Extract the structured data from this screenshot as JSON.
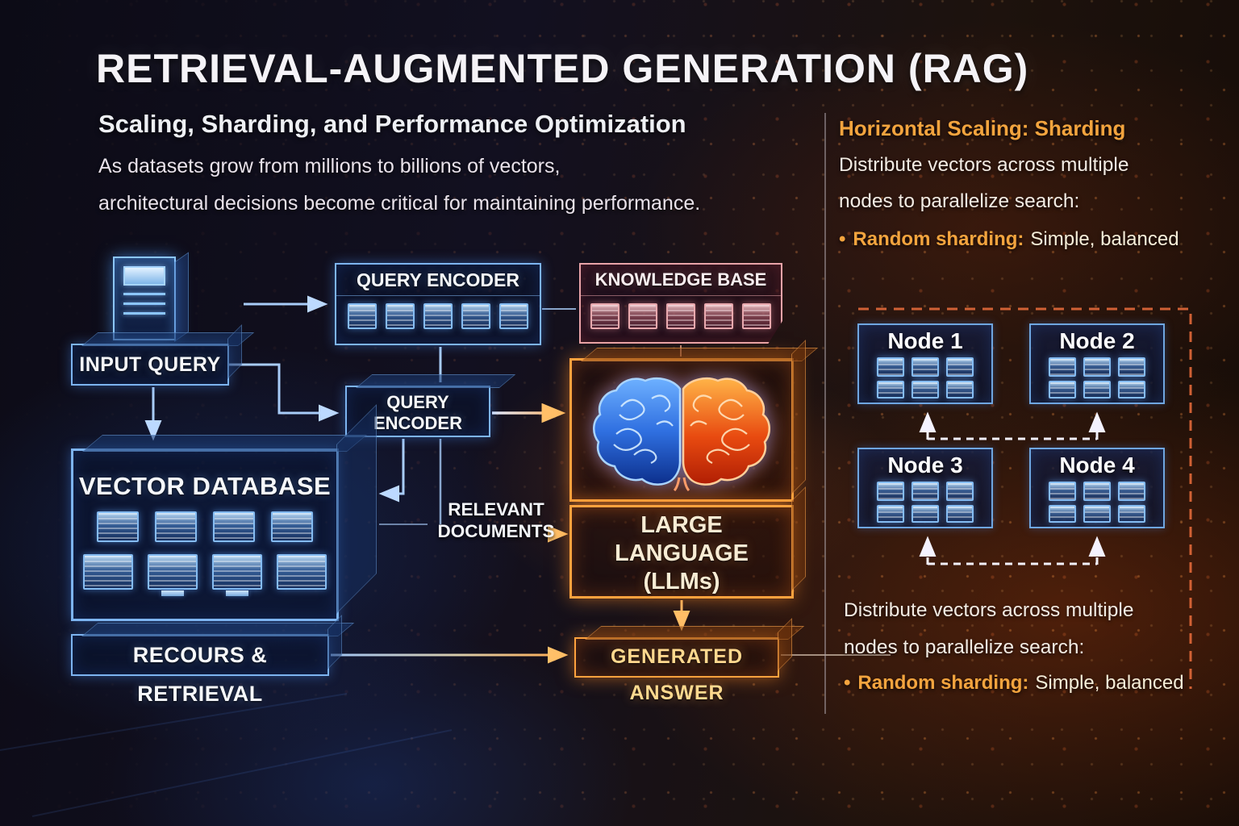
{
  "header": {
    "title": "RETRIEVAL-AUGMENTED GENERATION (RAG)",
    "subtitle": "Scaling, Sharding, and Performance Optimization",
    "description_line1": "As datasets grow from millions to billions of vectors,",
    "description_line2": "architectural decisions become critical for maintaining performance."
  },
  "diagram": {
    "input_query_label": "INPUT QUERY",
    "query_encoder_label": "QUERY ENCODER",
    "knowledge_base_label": "KNOWLEDGE BASE",
    "query_encoder2_line1": "QUERY",
    "query_encoder2_line2": "ENCODER",
    "vector_database_label": "VECTOR DATABASE",
    "relevant_documents_line1": "RELEVANT",
    "relevant_documents_line2": "DOCUMENTS",
    "llm_line1": "LARGE",
    "llm_line2": "LANGUAGE",
    "llm_line3": "(LLMs)",
    "generated_answer_label": "GENERATED ANSWER",
    "recours_retrieval_label": "RECOURS & RETRIEVAL"
  },
  "sidebar": {
    "heading": "Horizontal Scaling: Sharding",
    "body_line1": "Distribute vectors across multiple",
    "body_line2": "nodes to parallelize search:",
    "bullet": {
      "marker": "•",
      "term": "Random sharding:",
      "desc": "Simple, balanced"
    },
    "nodes": [
      {
        "label": "Node 1"
      },
      {
        "label": "Node 2"
      },
      {
        "label": "Node 3"
      },
      {
        "label": "Node 4"
      }
    ],
    "bottom_line1": "Distribute vectors across multiple",
    "bottom_line2": "nodes to parallelize search:",
    "bottom_bullet": {
      "marker": "•",
      "term": "Random sharding:",
      "desc": "Simple, balanced"
    }
  },
  "colors": {
    "blue_accent": "#7db4f0",
    "orange_accent": "#f3a43e",
    "knowledge_base_accent": "#e8a3a8",
    "dashed_border": "#e2693a"
  }
}
